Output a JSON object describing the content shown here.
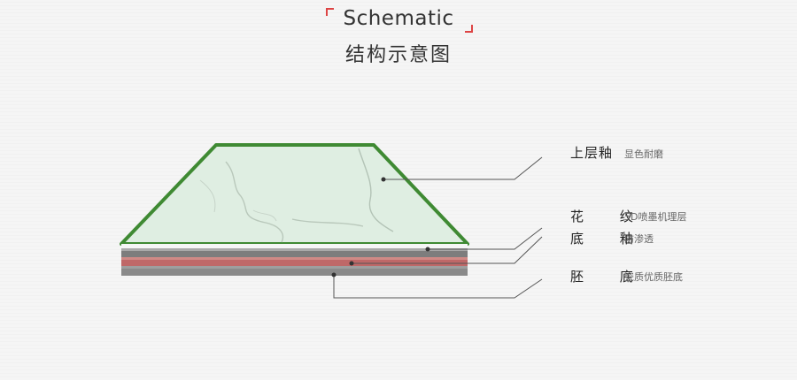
{
  "header": {
    "title_en": "Schematic",
    "title_cn": "结构示意图"
  },
  "layers": [
    {
      "name": "上层釉",
      "desc": "显色耐磨"
    },
    {
      "name": "花 纹",
      "desc": "5D喷墨机理层"
    },
    {
      "name": "底 釉",
      "desc": "防渗透"
    },
    {
      "name": "胚 底",
      "desc": "瓷质优质胚底"
    }
  ],
  "colors": {
    "accent": "#d9403a",
    "tile_border": "#3e8a32",
    "tile_face": "#dfeee2",
    "glaze_layer": "#c26a6a",
    "body_layer": "#8e8e8e",
    "leader_line": "#555555"
  }
}
